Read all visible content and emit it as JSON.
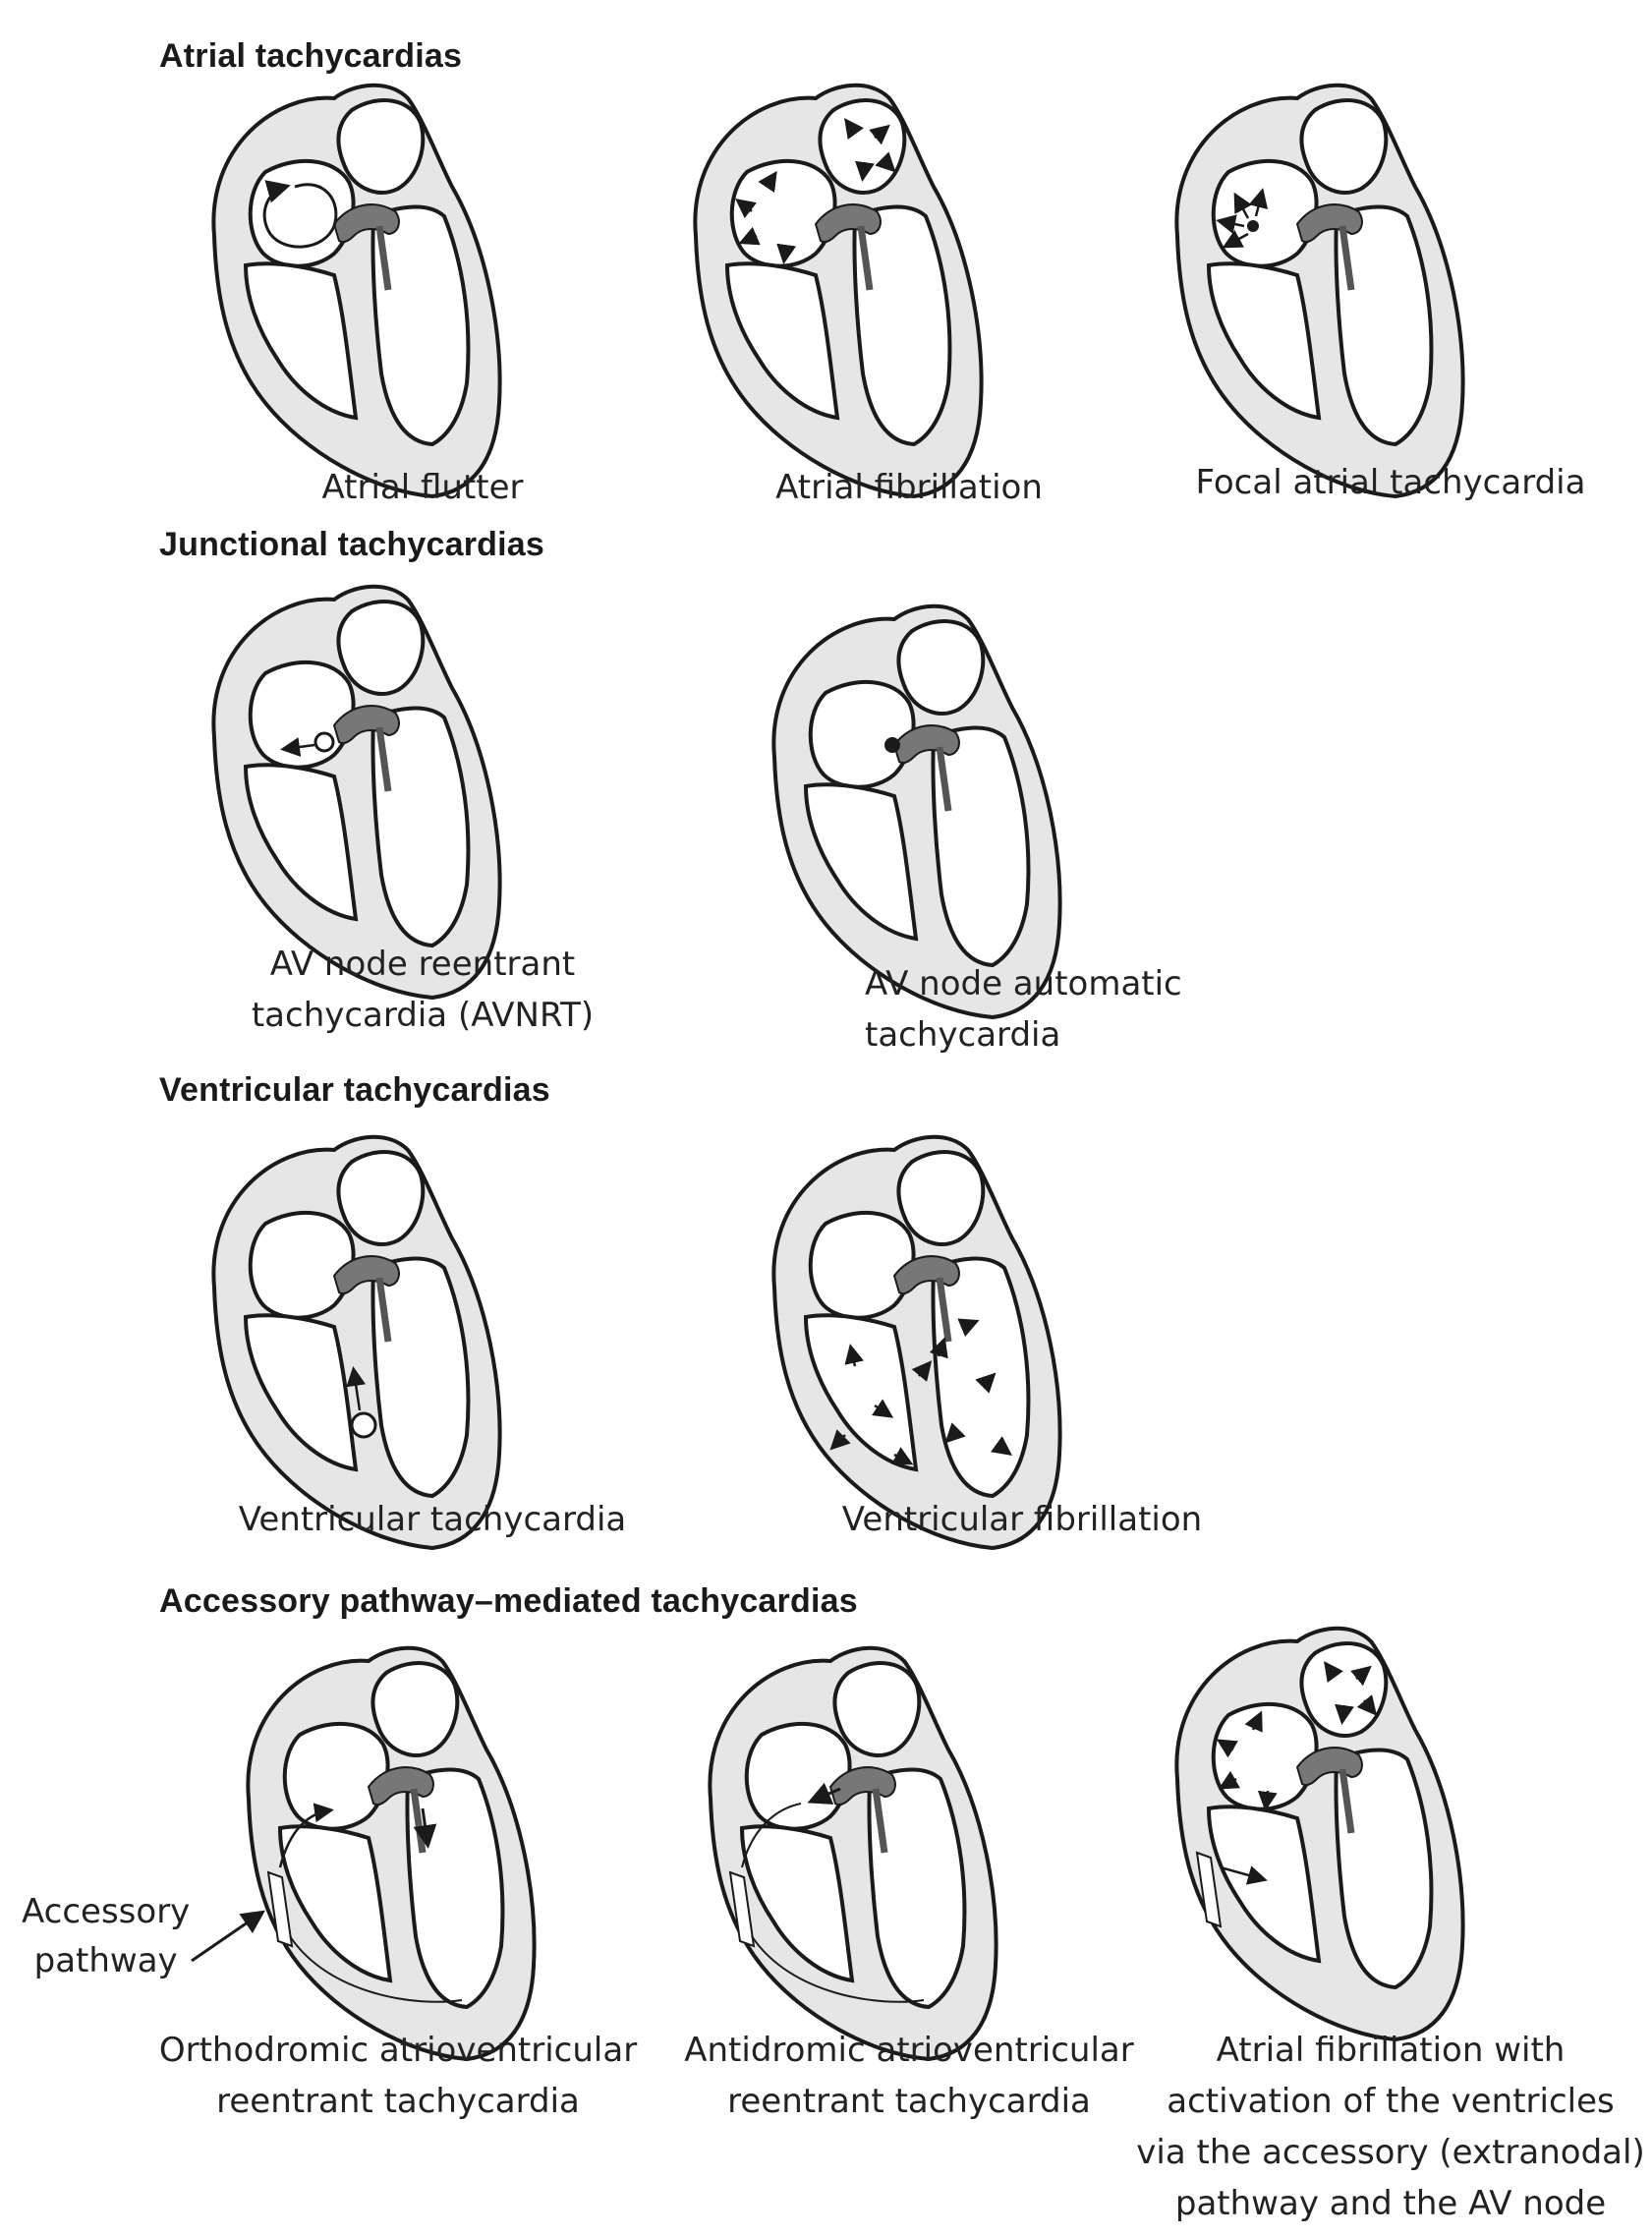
{
  "sections": {
    "atrial": "Atrial tachycardias",
    "junctional": "Junctional tachycardias",
    "ventricular": "Ventricular tachycardias",
    "accessory": "Accessory pathway–mediated tachycardias"
  },
  "captions": {
    "atrial_flutter": [
      "Atrial flutter"
    ],
    "atrial_fibrillation": [
      "Atrial fibrillation"
    ],
    "focal_atrial": [
      "Focal atrial tachycardia"
    ],
    "avnrt": [
      "AV node reentrant",
      "tachycardia (AVNRT)"
    ],
    "av_automatic": [
      "AV node automatic",
      "tachycardia"
    ],
    "vt": [
      "Ventricular tachycardia"
    ],
    "vf": [
      "Ventricular fibrillation"
    ],
    "orthodromic": [
      "Orthodromic atrioventricular",
      "reentrant tachycardia"
    ],
    "antidromic": [
      "Antidromic atrioventricular",
      "reentrant tachycardia"
    ],
    "af_accessory": [
      "Atrial fibrillation with",
      "activation of the ventricles",
      "via the accessory (extranodal)",
      "pathway and the AV node"
    ]
  },
  "accessory_label": [
    "Accessory",
    "pathway"
  ],
  "colors": {
    "outline": "#1a1a1a",
    "wall": "#e6e6e6",
    "node": "#777777"
  }
}
